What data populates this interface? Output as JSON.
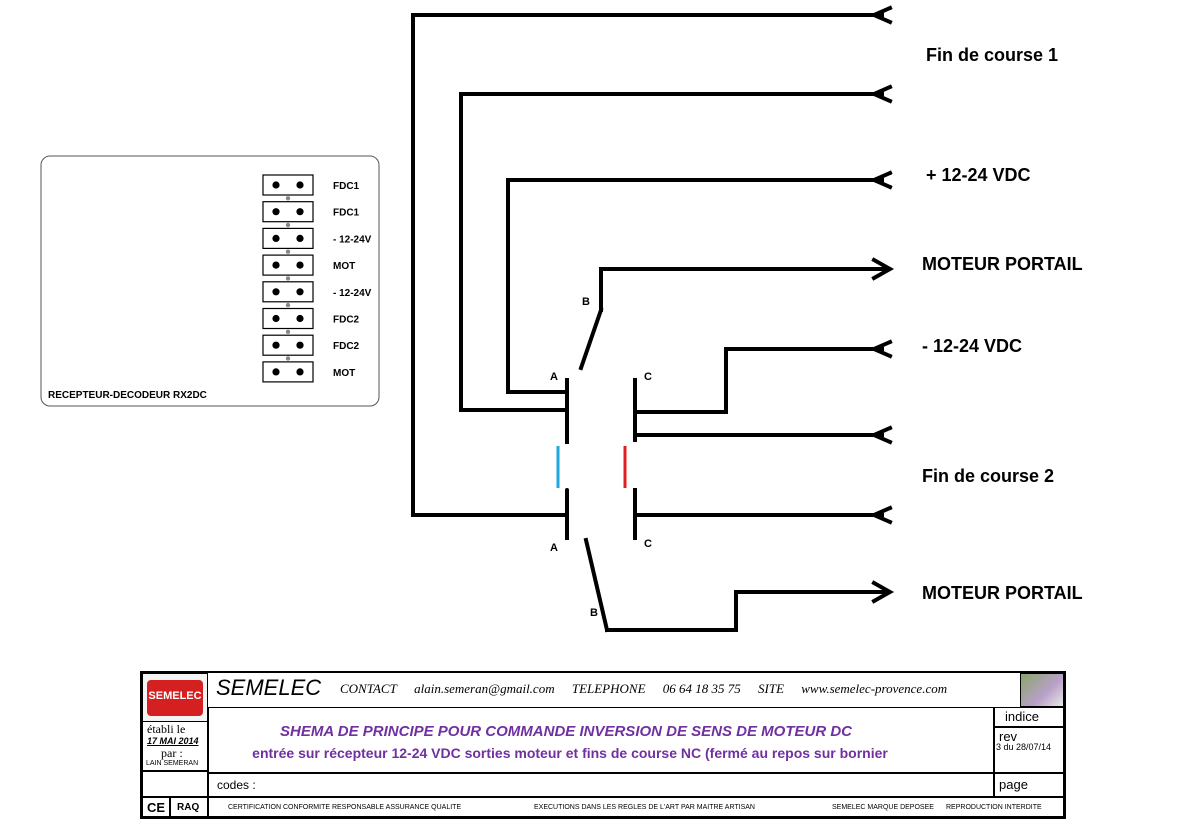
{
  "receiver": {
    "title": "RECEPTEUR-DECODEUR RX2DC",
    "terminals": [
      "FDC1",
      "FDC1",
      "- 12-24V",
      "MOT",
      "-  12-24V",
      "FDC2",
      "FDC2",
      "MOT"
    ]
  },
  "labels": {
    "fin_course_1": "Fin de course 1",
    "plus_supply": "+ 12-24 VDC",
    "moteur_1": "MOTEUR PORTAIL",
    "minus_supply": "- 12-24 VDC",
    "fin_course_2": "Fin de course 2",
    "moteur_2": "MOTEUR PORTAIL"
  },
  "relay": {
    "a_top": "A",
    "b_top": "B",
    "c_top": "C",
    "a_bot": "A",
    "b_bot": "B",
    "c_bot": "C"
  },
  "colors": {
    "wire": "#000000",
    "left_contact": "#1fa7e0",
    "right_contact": "#e02020",
    "title_purple": "#7030a0",
    "logo_red": "#d42020"
  },
  "title_block": {
    "logo_text": "SEMELEC",
    "company": "SEMELEC",
    "contact_label": "CONTACT",
    "email": "alain.semeran@gmail.com",
    "phone_label": "TELEPHONE",
    "phone": "06 64 18 35 75",
    "site_label": "SITE",
    "site": "www.semelec-provence.com",
    "etabli_le": "établi le",
    "date": "17 MAI 2014",
    "par": "par :",
    "author": "LAIN SEMERAN",
    "title": "SHEMA DE PRINCIPE  POUR COMMANDE INVERSION DE SENS DE  MOTEUR  DC",
    "subtitle": "entrée sur récepteur 12-24 VDC sorties moteur et fins de course NC (fermé au repos sur bornier",
    "indice_label": "indice",
    "rev_label": "rev",
    "rev_value": "3 du 28/07/14",
    "codes_label": "codes :",
    "page_label": "page",
    "ce_mark": "CE",
    "raq": "RAQ",
    "footer_cert": "CERTIFICATION CONFORMITE RESPONSABLE ASSURANCE QUALITE",
    "footer_exec": "EXECUTIONS DANS LES REGLES DE L'ART PAR MAITRE ARTISAN",
    "footer_marque": "SEMELEC MARQUE DEPOSEE",
    "footer_repro": "REPRODUCTION INTERDITE"
  }
}
